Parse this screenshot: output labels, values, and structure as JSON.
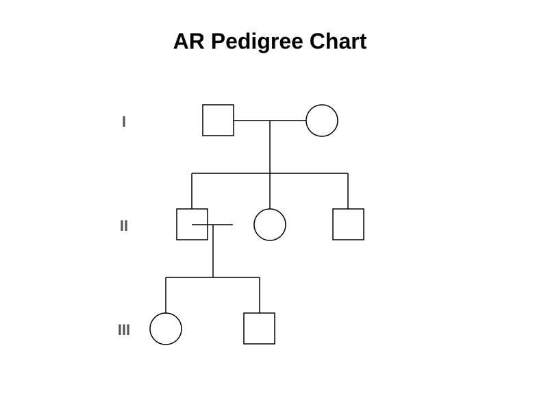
{
  "title": "AR Pedigree Chart",
  "generations": [
    "I",
    "II",
    "III"
  ],
  "individuals": [
    {
      "id": "I-1",
      "generation": "I",
      "sex": "male",
      "affected": false
    },
    {
      "id": "I-2",
      "generation": "I",
      "sex": "female",
      "affected": false
    },
    {
      "id": "II-1",
      "generation": "II",
      "sex": "male",
      "affected": false
    },
    {
      "id": "II-2",
      "generation": "II",
      "sex": "female",
      "affected": false
    },
    {
      "id": "II-3",
      "generation": "II",
      "sex": "male",
      "affected": false
    },
    {
      "id": "III-1",
      "generation": "III",
      "sex": "female",
      "affected": false
    },
    {
      "id": "III-2",
      "generation": "III",
      "sex": "male",
      "affected": false
    }
  ],
  "matings": [
    {
      "partners": [
        "I-1",
        "I-2"
      ],
      "children": [
        "II-1",
        "II-2",
        "II-3"
      ]
    },
    {
      "partners": [
        "II-1",
        "unknown"
      ],
      "children": [
        "III-1",
        "III-2"
      ]
    }
  ],
  "colors": {
    "symbol_stroke": "#000000",
    "generation_label": "#555555",
    "title": "#000000"
  }
}
